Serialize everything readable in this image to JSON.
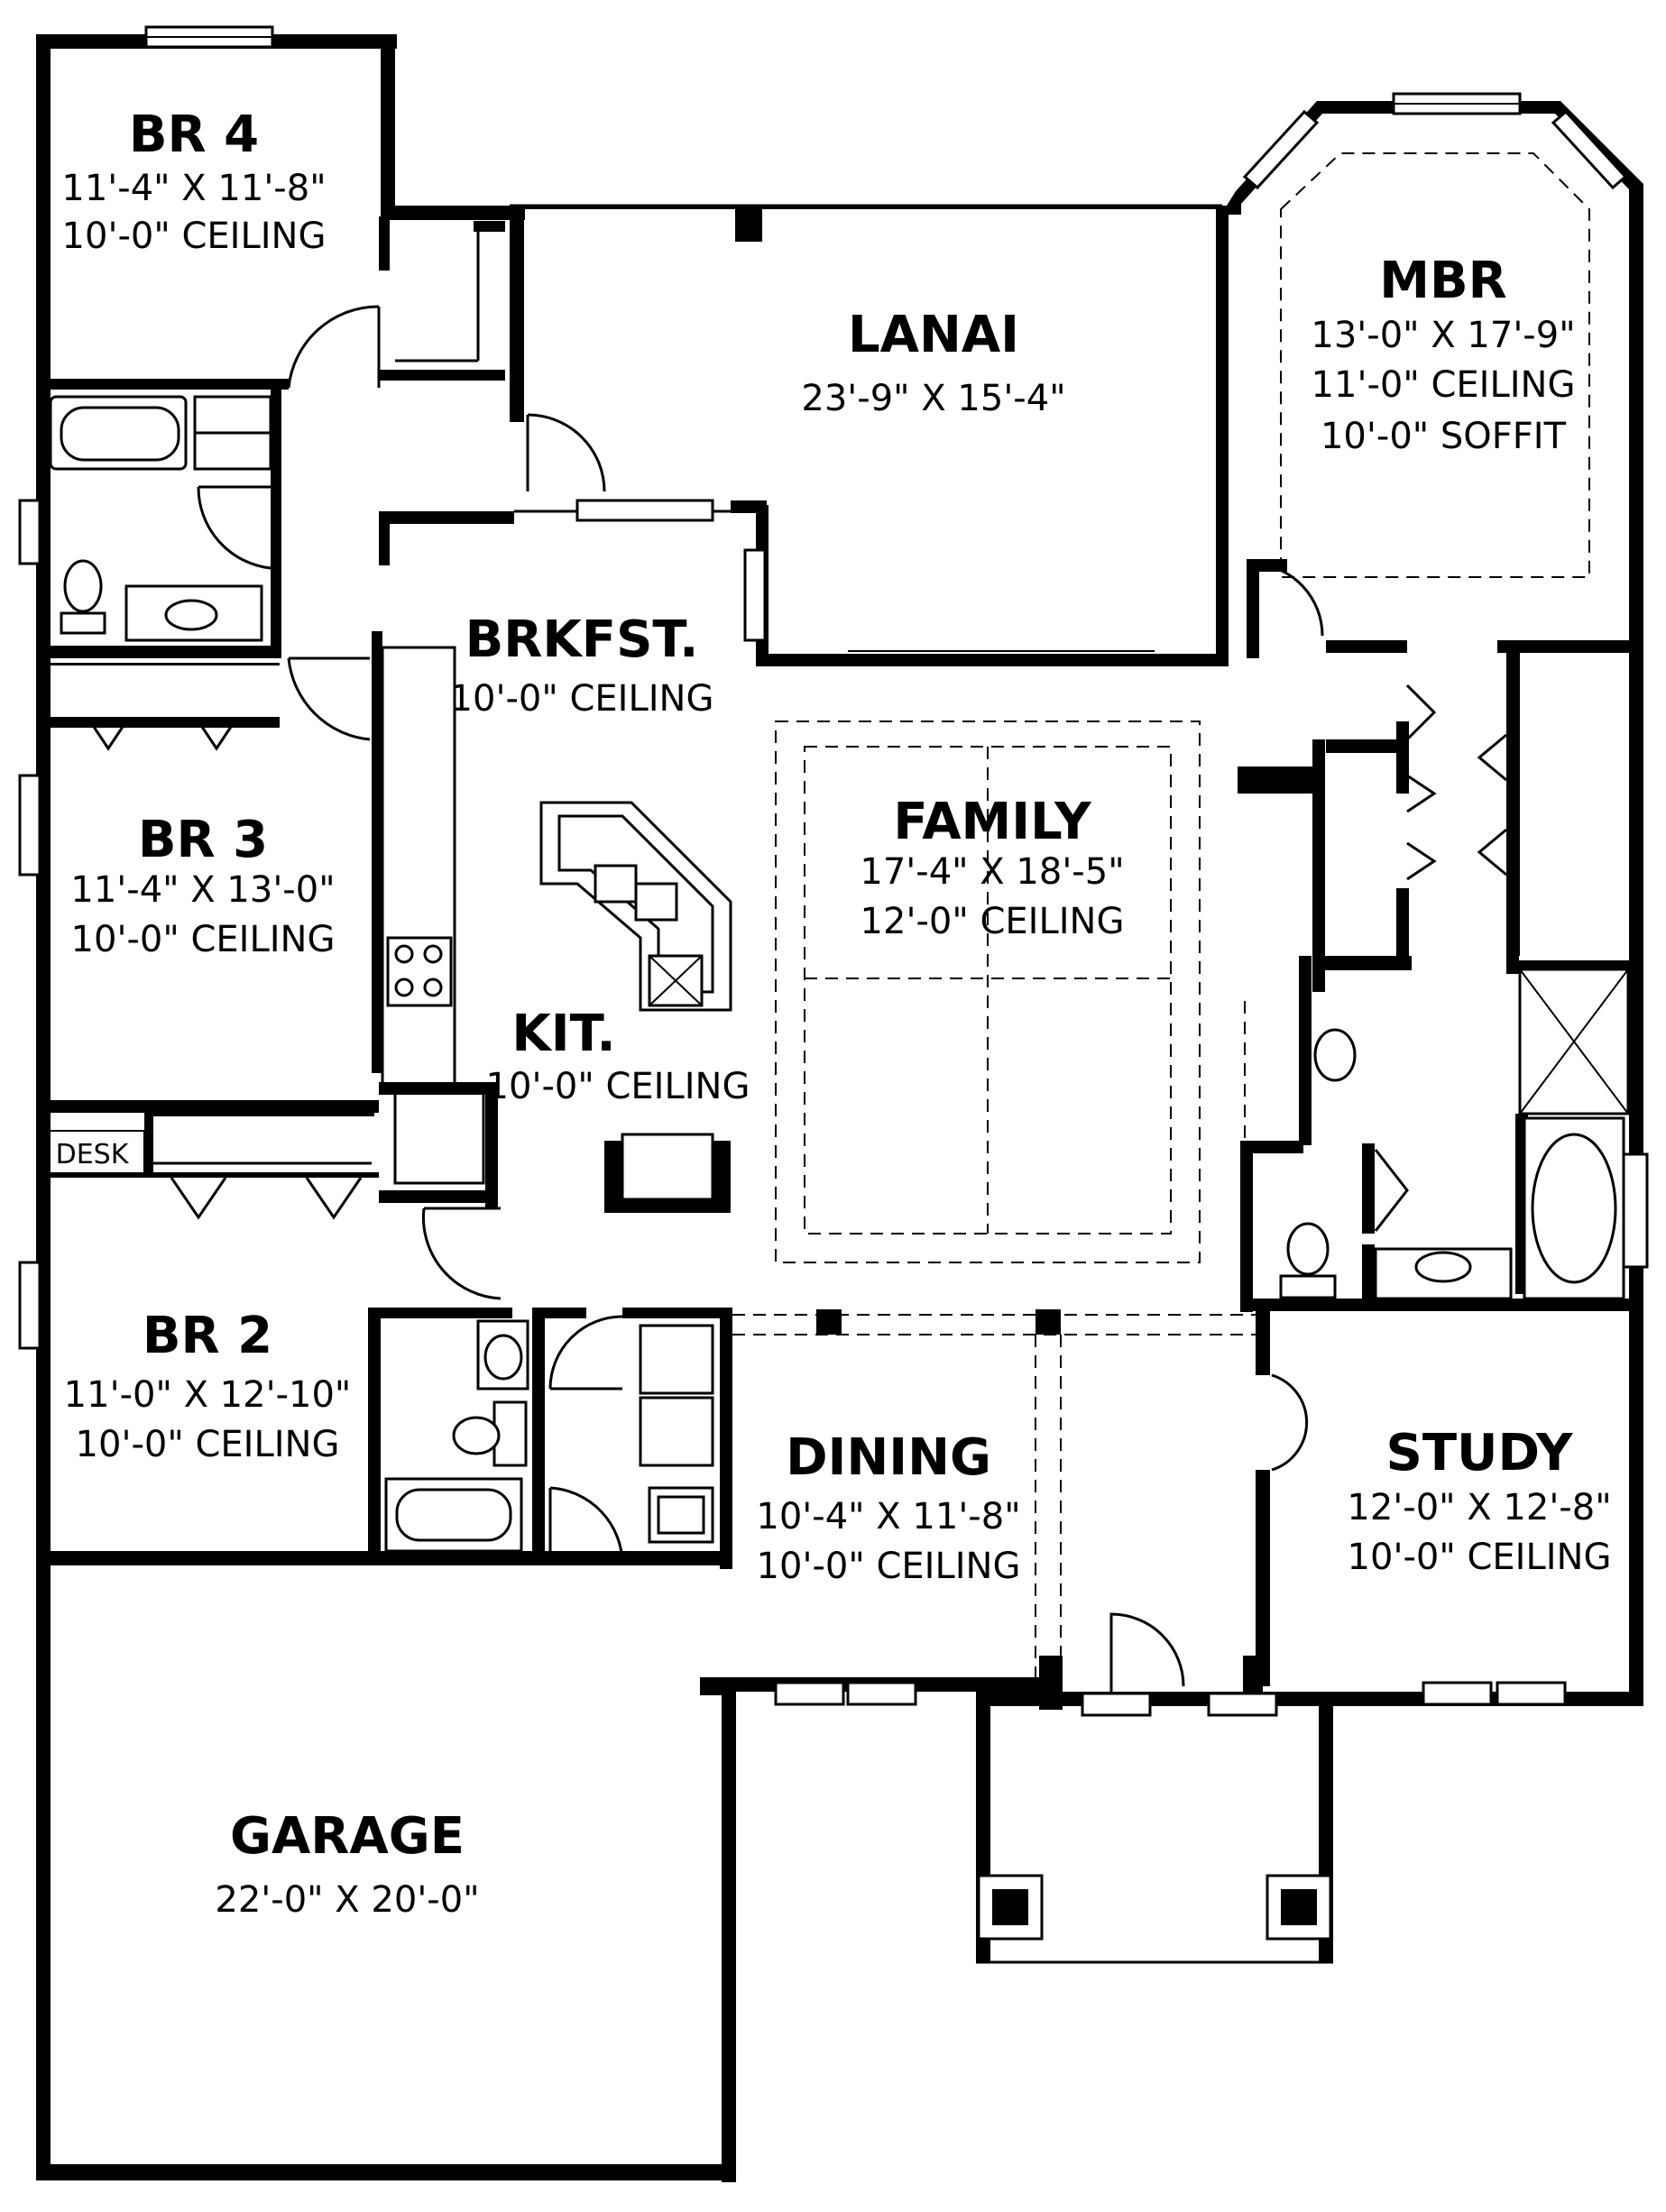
{
  "rooms": {
    "br4": {
      "name": "BR 4",
      "size": "11'-4\" X 11'-8\"",
      "ceiling": "10'-0\" CEILING"
    },
    "lanai": {
      "name": "LANAI",
      "size": "23'-9\" X 15'-4\""
    },
    "mbr": {
      "name": "MBR",
      "size": "13'-0\" X 17'-9\"",
      "ceiling": "11'-0\" CEILING",
      "soffit": "10'-0\" SOFFIT"
    },
    "brkfst": {
      "name": "BRKFST.",
      "ceiling": "10'-0\" CEILING"
    },
    "br3": {
      "name": "BR 3",
      "size": "11'-4\" X 13'-0\"",
      "ceiling": "10'-0\" CEILING"
    },
    "family": {
      "name": "FAMILY",
      "size": "17'-4\" X 18'-5\"",
      "ceiling": "12'-0\" CEILING"
    },
    "kit": {
      "name": "KIT.",
      "ceiling": "10'-0\" CEILING"
    },
    "desk": {
      "name": "DESK"
    },
    "br2": {
      "name": "BR 2",
      "size": "11'-0\" X 12'-10\"",
      "ceiling": "10'-0\" CEILING"
    },
    "dining": {
      "name": "DINING",
      "size": "10'-4\" X 11'-8\"",
      "ceiling": "10'-0\" CEILING"
    },
    "study": {
      "name": "STUDY",
      "size": "12'-0\" X 12'-8\"",
      "ceiling": "10'-0\" CEILING"
    },
    "garage": {
      "name": "GARAGE",
      "size": "22'-0\" X 20'-0\""
    }
  }
}
